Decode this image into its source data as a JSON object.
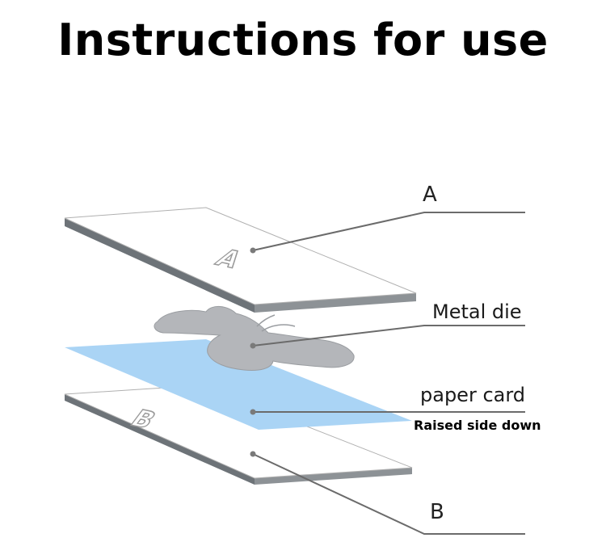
{
  "title": "Instructions for use",
  "labels": {
    "plate_a": "A",
    "metal_die": "Metal die",
    "paper_card": "paper card",
    "raised_side": "Raised side down",
    "plate_b": "B"
  },
  "plate_letters": {
    "a": "A",
    "b": "B"
  },
  "colors": {
    "paper_card": "#aad4f5",
    "metal_die": "#b4b6ba",
    "plate_edge": "#6d7378",
    "leader_line": "#6b6b6b"
  }
}
